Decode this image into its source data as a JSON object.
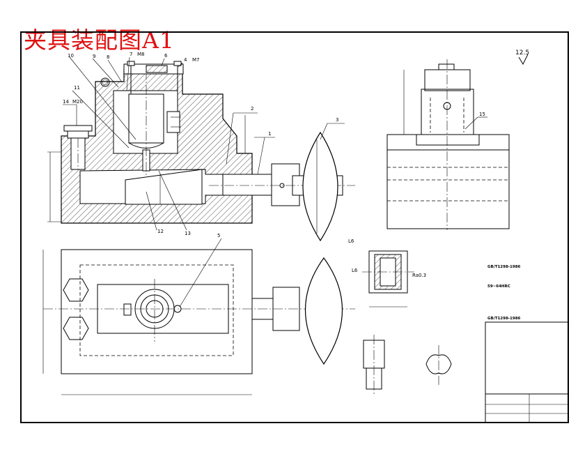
{
  "title": "夹具装配图A1",
  "roughness": "12.5",
  "part_labels": {
    "p1": "1",
    "p2": "2",
    "p3": "3",
    "p4": "4",
    "p4_note": "M7",
    "p5": "5",
    "p6": "6",
    "p7": "7",
    "p7_note": "M8",
    "p8": "8",
    "p9": "9",
    "p10": "10",
    "p11": "11",
    "p12": "12",
    "p13": "13",
    "p14": "14",
    "p14_note": "M20",
    "p15": "15"
  },
  "detail_labels": {
    "l6": "L6",
    "l6b": "L6",
    "ra": "Ra0.3"
  },
  "notes": [
    "GB/T1298-1986",
    "59~64HRC",
    "GB/T1298-1986"
  ]
}
